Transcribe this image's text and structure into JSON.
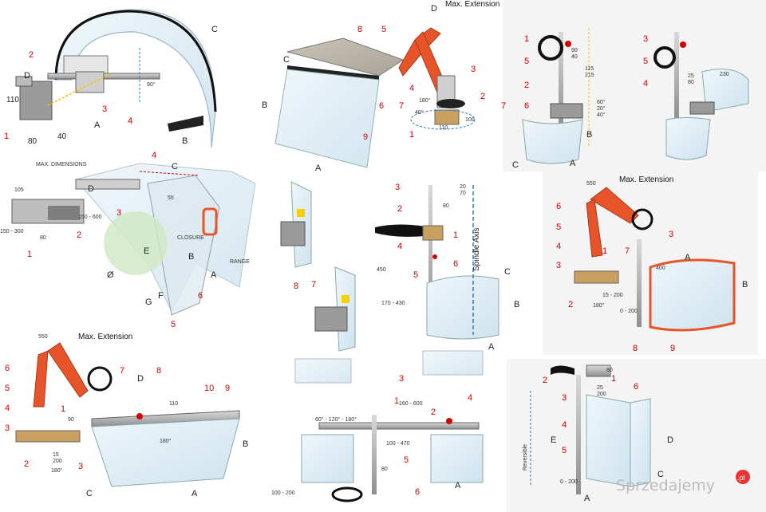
{
  "headings": {
    "max_extension_1": "Max. Extension",
    "max_extension_2": "Max. Extension",
    "max_extension_3": "Max. Extension",
    "spindle_axis": "Spindle Axis",
    "max_dimensions": "MAX. DIMENSIONS",
    "closure": "CLOSURE",
    "range": "RANGE",
    "reversible": "Reversible"
  },
  "watermark": "Sprzedajemy",
  "watermark_suffix": ".pl",
  "panel1": {
    "dims": [
      "110",
      "80",
      "40",
      "90°"
    ],
    "letters": [
      "A",
      "B",
      "C",
      "D"
    ],
    "numbers": [
      "1",
      "2",
      "3",
      "4"
    ]
  },
  "panel2": {
    "letters": [
      "A",
      "B",
      "C"
    ],
    "numbers": [
      "8",
      "5",
      "6",
      "7",
      "4",
      "3",
      "2",
      "1",
      "9"
    ],
    "dims": [
      "180°",
      "40°",
      "110",
      "100"
    ]
  },
  "panel3": {
    "numbers": [
      "1",
      "5",
      "2",
      "6",
      "7"
    ],
    "dims": [
      "90",
      "40",
      "115",
      "215",
      "60°",
      "20°",
      "40°"
    ],
    "letters": [
      "A",
      "B",
      "C"
    ]
  },
  "panel4": {
    "numbers": [
      "3",
      "5",
      "4"
    ],
    "dims": [
      "25",
      "80",
      "230"
    ]
  },
  "panel5": {
    "dims": [
      "105",
      "55",
      "150 - 600",
      "150 - 300",
      "80"
    ],
    "letters": [
      "C",
      "D",
      "A",
      "B",
      "E",
      "F",
      "G",
      "Ø"
    ],
    "numbers": [
      "4",
      "3",
      "2",
      "1",
      "6",
      "5"
    ]
  },
  "panel6": {
    "numbers": [
      "8",
      "7"
    ]
  },
  "panel7": {
    "numbers": [
      "3",
      "2",
      "1",
      "4",
      "5",
      "6"
    ],
    "dims": [
      "20",
      "70",
      "80",
      "450",
      "170 - 430"
    ],
    "letters": [
      "C",
      "B",
      "A"
    ]
  },
  "panel8": {
    "numbers": [
      "6",
      "5",
      "4",
      "3",
      "2",
      "1",
      "7",
      "3",
      "8",
      "9"
    ],
    "dims": [
      "550",
      "400",
      "15 - 200",
      "0 - 200",
      "180°"
    ],
    "letters": [
      "A",
      "B"
    ]
  },
  "panel9": {
    "numbers": [
      "6",
      "5",
      "4",
      "3",
      "2",
      "1",
      "7",
      "8",
      "10",
      "9",
      "3"
    ],
    "dims": [
      "550",
      "90",
      "15",
      "200",
      "180°",
      "110",
      "180°"
    ],
    "letters": [
      "D",
      "C",
      "A",
      "B"
    ]
  },
  "panel10": {
    "numbers": [
      "3",
      "1",
      "2",
      "4",
      "5",
      "6"
    ],
    "dims": [
      "60° - 120° - 180°",
      "160 - 600",
      "100 - 470",
      "80",
      "100 - 200"
    ],
    "letters": [
      "A"
    ]
  },
  "panel11": {
    "numbers": [
      "2",
      "1",
      "3",
      "4",
      "5",
      "6"
    ],
    "dims": [
      "80",
      "25",
      "200",
      "0 - 200"
    ],
    "letters": [
      "E",
      "D",
      "C",
      "A"
    ]
  }
}
